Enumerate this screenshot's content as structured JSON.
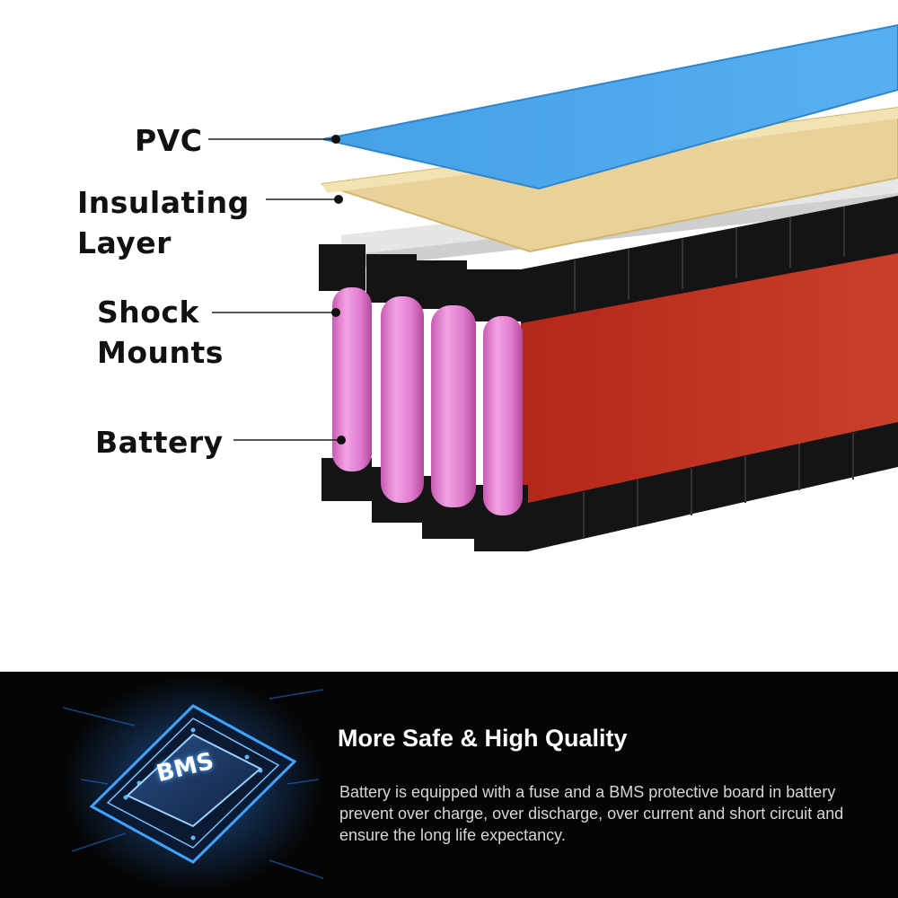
{
  "layers": {
    "pvc": "PVC",
    "insulating_line1": "Insulating",
    "insulating_line2": "Layer",
    "shock_line1": "Shock",
    "shock_line2": "Mounts",
    "battery": "Battery"
  },
  "feature": {
    "chip_label": "BMS",
    "headline": "More Safe & High Quality",
    "description": "Battery is equipped with a fuse and a BMS protective board in battery prevent over charge, over discharge, over current and short circuit and ensure the long life expectancy."
  },
  "colors": {
    "pvc": "#4aa3e6",
    "insulating": "#e8d29a",
    "wrap": "#c0301e",
    "cell": "#e27dd0",
    "holder": "#141414",
    "bms_glow": "#2f8cff"
  }
}
